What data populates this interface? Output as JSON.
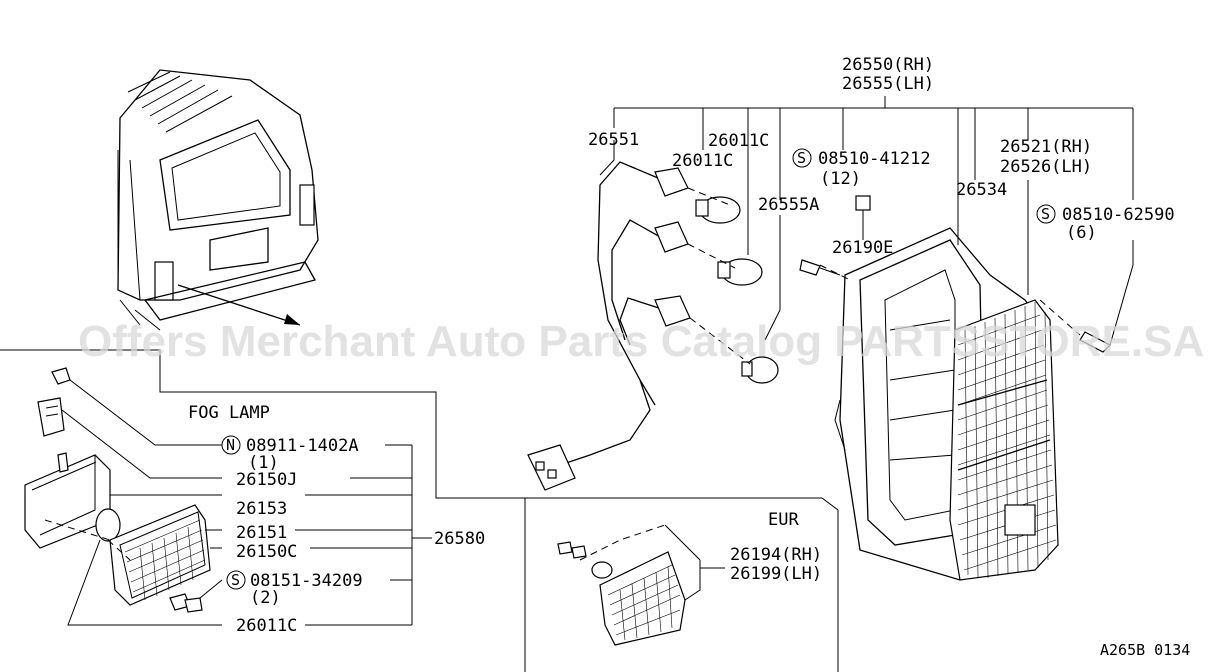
{
  "diagram": {
    "watermark": "Offers Merchant Auto Parts Catalog PARTSSTORE.SA",
    "fog_lamp_title": "FOG LAMP",
    "eur_title": "EUR",
    "ref_code": "A265B 0134",
    "labels": {
      "p26550": "26550(RH)",
      "p26555": "26555(LH)",
      "p26551": "26551",
      "p26011C_a": "26011C",
      "p26011C_b": "26011C",
      "s08510_41212": "08510-41212",
      "q12": "(12)",
      "p26521": "26521(RH)",
      "p26526": "26526(LH)",
      "p26534": "26534",
      "p26555A": "26555A",
      "s08510_62590": "08510-62590",
      "q6": "(6)",
      "p26190E": "26190E",
      "n08911": "08911-1402A",
      "q1": "(1)",
      "p26150J": "26150J",
      "p26153": "26153",
      "p26151": "26151",
      "p26150C": "26150C",
      "s08151": "08151-34209",
      "q2": "(2)",
      "p26011C_c": "26011C",
      "p26580": "26580",
      "p26194": "26194(RH)",
      "p26199": "26199(LH)"
    },
    "symbols": {
      "s": "S",
      "n": "N"
    }
  }
}
